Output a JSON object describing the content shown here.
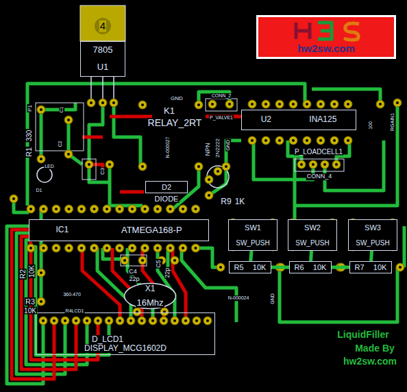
{
  "diagram": {
    "nodes": [
      {
        "text": [
          "7805",
          "U1"
        ]
      },
      {
        "text": [
          "hw2sw.com"
        ]
      },
      {
        "text": [
          "U2",
          "INA125"
        ]
      },
      {
        "text": [
          "IC1",
          "ATMEGA168-P"
        ]
      },
      {
        "text": [
          "SW1",
          "SW_PUSH"
        ]
      },
      {
        "text": [
          "SW2",
          "SW_PUSH"
        ]
      },
      {
        "text": [
          "SW3",
          "SW_PUSH"
        ]
      },
      {
        "text": [
          "R5",
          "10K"
        ]
      },
      {
        "text": [
          "R6",
          "10K"
        ]
      },
      {
        "text": [
          "R7",
          "10K"
        ]
      },
      {
        "text": [
          "D2",
          "DIODE"
        ]
      },
      {
        "text": [
          "X1",
          "16Mhz"
        ]
      },
      {
        "text": [
          "D_LCD1",
          "DISPLAY_MCG1602D"
        ]
      }
    ],
    "edges": [
      {
        "from": 4,
        "to": 7,
        "arrow": "none"
      },
      {
        "from": 5,
        "to": 8,
        "arrow": "none"
      },
      {
        "from": 6,
        "to": 9,
        "arrow": "none"
      },
      {
        "from": 7,
        "to": 8,
        "arrow": "none"
      },
      {
        "from": 8,
        "to": 9,
        "arrow": "none"
      }
    ],
    "labels": [
      "4",
      "K1",
      "RELAY_2RT",
      "GND",
      "CONN_2",
      "P_VALVE1",
      "P_LOADCELL1",
      "CONN_4",
      "RGAIN1",
      "100",
      "P1",
      "C1",
      "C2",
      "C3",
      "R1",
      "330",
      "LED",
      "D1",
      "N-000027",
      "NPN",
      "2N2222",
      "GND",
      "R9",
      "1K",
      "R2",
      "10K",
      "R3",
      "10K",
      "360-470",
      "R4LCD1",
      "C4",
      "22p",
      "C5",
      "22p",
      "N-000024",
      "GND",
      "LiquidFiller",
      "Made By",
      "hw2sw.com"
    ]
  }
}
